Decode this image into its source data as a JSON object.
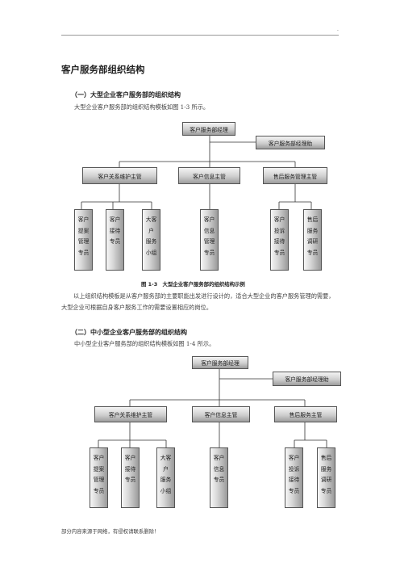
{
  "header": {
    "corner_mark": "."
  },
  "title": "客户服务部组织结构",
  "section1": {
    "heading": "（一）大型企业客户服务部的组织结构",
    "intro": "大型企业客户服务部的组织结构模板如图 1-3 所示。",
    "chart": {
      "top": "客户服务部经理",
      "assistant": "客户服务部经理助",
      "managers": [
        "客户关系维护主管",
        "客户信息主管",
        "售后服务管理主管"
      ],
      "staff": [
        "客户\n提案\n管理\n专员",
        "客户\n接待\n专员",
        "大客\n户\n服务\n小组",
        "客户\n信息\n管理\n专员",
        "客户\n投诉\n接待\n专员",
        "售后\n服务\n调研\n专员"
      ]
    },
    "caption": "图 1-3　大型企业客户服务部的组织结构示例",
    "body": "以上组织结构模板是从客户服务部的主要职能出发进行设计的，适合大型企业的客户服务管理的需要，大型企业可根据自身客户服务工作的需要设置相应的岗位。"
  },
  "section2": {
    "heading": "（二）中小型企业客户服务部的组织结构",
    "intro": "中小型企业客户服务部的组织结构模板如图 1-4 所示。",
    "chart": {
      "top": "客户服务部经理",
      "assistant": "客户服务部经理助",
      "managers": [
        "客户关系维护主管",
        "客户信息主管",
        "售后服务主管"
      ],
      "staff": [
        "客户\n提案\n管理\n专员",
        "客户\n接待\n专员",
        "大客\n户\n服务\n小组",
        "客户\n信息\n专员",
        "客户\n投诉\n接待\n专员",
        "售后\n服务\n调研\n专员"
      ]
    }
  },
  "footer": "部分内容来源于网络，有侵权请联系删除！"
}
